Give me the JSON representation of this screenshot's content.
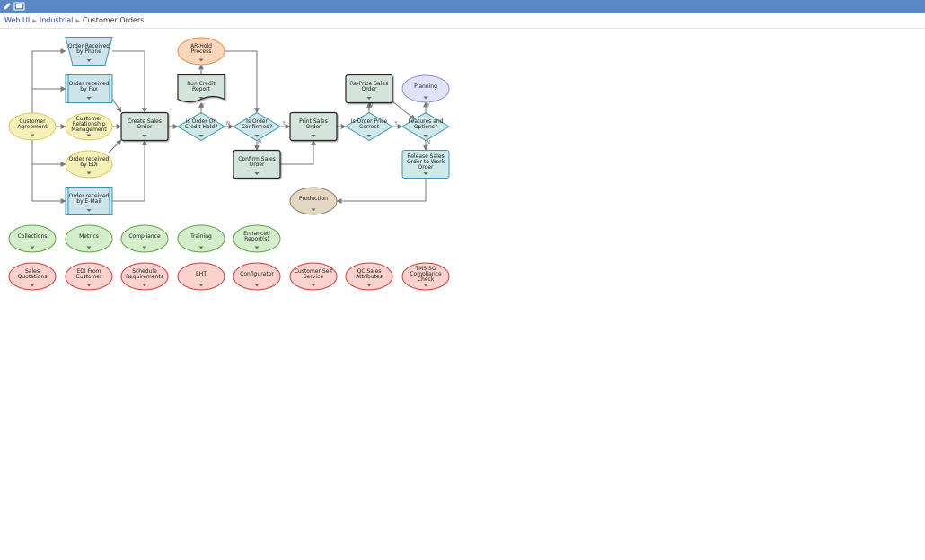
{
  "breadcrumb": [
    "Web UI",
    "Industrial",
    "Customer Orders"
  ],
  "colors": {
    "topbar": "#5a87c6",
    "event": "#f5f0b8",
    "event_stroke": "#d9c95b",
    "process": "#d4e4dd",
    "process_stroke": "#222222",
    "decision": "#cfe8ea",
    "decision_stroke": "#3c96ae",
    "data": "#cde4ec",
    "data_stroke": "#3c96ae",
    "hold": "#fcd6b8",
    "hold_stroke": "#e29050",
    "planning": "#e1e3fb",
    "planning_stroke": "#8a90d6",
    "production": "#e5d8c3",
    "production_stroke": "#8c7b65",
    "green": "#d4eecb",
    "green_stroke": "#5aa542",
    "red": "#fbd2cc",
    "red_stroke": "#d23a3a"
  },
  "diagram": {
    "nodes": [
      {
        "id": "customer-agreement",
        "shape": "ellipse",
        "style": "event",
        "lines": [
          "Customer",
          "Agreement"
        ]
      },
      {
        "id": "order-received-by-phone",
        "shape": "trapezoid",
        "style": "data",
        "lines": [
          "Order Received",
          "by Phone"
        ]
      },
      {
        "id": "order-received-by-fax",
        "shape": "rectdbl",
        "style": "data",
        "lines": [
          "Order received",
          "by Fax"
        ]
      },
      {
        "id": "customer-relationship-management",
        "shape": "ellipse",
        "style": "event",
        "lines": [
          "Customer",
          "Relationship",
          "Management"
        ]
      },
      {
        "id": "order-received-by-edi",
        "shape": "ellipse",
        "style": "event",
        "lines": [
          "Order received",
          "by EDI"
        ]
      },
      {
        "id": "order-received-by-email",
        "shape": "rectdbl",
        "style": "data",
        "lines": [
          "Order received",
          "by E-Mail"
        ]
      },
      {
        "id": "create-sales-order",
        "shape": "rect",
        "style": "process",
        "lines": [
          "Create Sales",
          "Order"
        ]
      },
      {
        "id": "is-order-on-credit-hold",
        "shape": "diamond",
        "style": "decision",
        "lines": [
          "Is Order On",
          "Credit Hold?"
        ]
      },
      {
        "id": "run-credit-report",
        "shape": "doc",
        "style": "process",
        "lines": [
          "Run Credit",
          "Report"
        ]
      },
      {
        "id": "ar-hold-process",
        "shape": "ellipse",
        "style": "hold",
        "lines": [
          "AR-Hold",
          "Process"
        ]
      },
      {
        "id": "is-order-confirmed",
        "shape": "diamond",
        "style": "decision",
        "lines": [
          "Is Order",
          "Confirmed?"
        ]
      },
      {
        "id": "confirm-sales-order",
        "shape": "rect",
        "style": "process",
        "lines": [
          "Confirm Sales",
          "Order"
        ]
      },
      {
        "id": "print-sales-order",
        "shape": "rect",
        "style": "process",
        "lines": [
          "Print Sales",
          "Order"
        ]
      },
      {
        "id": "is-order-price-correct",
        "shape": "diamond",
        "style": "decision",
        "lines": [
          "Is Order Price",
          "Correct"
        ]
      },
      {
        "id": "re-price-sales-order",
        "shape": "rect",
        "style": "process",
        "lines": [
          "Re-Price Sales",
          "Order"
        ]
      },
      {
        "id": "planning",
        "shape": "ellipse",
        "style": "planning",
        "lines": [
          "Planning"
        ]
      },
      {
        "id": "features-and-options",
        "shape": "diamond",
        "style": "decision",
        "lines": [
          "Features and",
          "Options?"
        ]
      },
      {
        "id": "release-sales-order",
        "shape": "rect",
        "style": "decision",
        "lines": [
          "Release Sales",
          "Order to Work",
          "Order"
        ]
      },
      {
        "id": "production",
        "shape": "ellipse",
        "style": "production",
        "lines": [
          "Production"
        ]
      },
      {
        "id": "collections",
        "shape": "ellipse",
        "style": "green",
        "lines": [
          "Collections"
        ]
      },
      {
        "id": "metrics",
        "shape": "ellipse",
        "style": "green",
        "lines": [
          "Metrics"
        ]
      },
      {
        "id": "compliance",
        "shape": "ellipse",
        "style": "green",
        "lines": [
          "Compliance"
        ]
      },
      {
        "id": "training",
        "shape": "ellipse",
        "style": "green",
        "lines": [
          "Training"
        ]
      },
      {
        "id": "enhanced-reports",
        "shape": "ellipse",
        "style": "green",
        "lines": [
          "Enhanced",
          "Report(s)"
        ]
      },
      {
        "id": "sales-quotations",
        "shape": "ellipse",
        "style": "red",
        "lines": [
          "Sales",
          "Quotations"
        ]
      },
      {
        "id": "edi-from-customer",
        "shape": "ellipse",
        "style": "red",
        "lines": [
          "EDI From",
          "Customer"
        ]
      },
      {
        "id": "schedule-requirements",
        "shape": "ellipse",
        "style": "red",
        "lines": [
          "Schedule",
          "Requirements"
        ]
      },
      {
        "id": "eht",
        "shape": "ellipse",
        "style": "red",
        "lines": [
          "EHT"
        ]
      },
      {
        "id": "configurator",
        "shape": "ellipse",
        "style": "red",
        "lines": [
          "Configurator"
        ]
      },
      {
        "id": "customer-self-service",
        "shape": "ellipse",
        "style": "red",
        "lines": [
          "Customer Self",
          "Service"
        ]
      },
      {
        "id": "qc-sales-attributes",
        "shape": "ellipse",
        "style": "red",
        "lines": [
          "QC Sales",
          "Attributes"
        ]
      },
      {
        "id": "tms-so-compliance-check",
        "shape": "ellipse",
        "style": "red",
        "lines": [
          "TMS SO",
          "Compliance",
          "Check"
        ]
      }
    ],
    "edges": [
      {
        "from": "customer-agreement",
        "to": "order-received-by-phone"
      },
      {
        "from": "customer-agreement",
        "to": "order-received-by-fax"
      },
      {
        "from": "customer-agreement",
        "to": "customer-relationship-management"
      },
      {
        "from": "customer-agreement",
        "to": "order-received-by-edi"
      },
      {
        "from": "customer-agreement",
        "to": "order-received-by-email"
      },
      {
        "from": "order-received-by-phone",
        "to": "create-sales-order"
      },
      {
        "from": "order-received-by-fax",
        "to": "create-sales-order"
      },
      {
        "from": "customer-relationship-management",
        "to": "create-sales-order"
      },
      {
        "from": "order-received-by-edi",
        "to": "create-sales-order"
      },
      {
        "from": "order-received-by-email",
        "to": "create-sales-order"
      },
      {
        "from": "create-sales-order",
        "to": "is-order-on-credit-hold"
      },
      {
        "from": "is-order-on-credit-hold",
        "to": "run-credit-report",
        "label": "Y"
      },
      {
        "from": "run-credit-report",
        "to": "ar-hold-process"
      },
      {
        "from": "ar-hold-process",
        "to": "is-order-confirmed"
      },
      {
        "from": "is-order-on-credit-hold",
        "to": "is-order-confirmed",
        "label": "N"
      },
      {
        "from": "is-order-confirmed",
        "to": "confirm-sales-order",
        "label": "N"
      },
      {
        "from": "confirm-sales-order",
        "to": "print-sales-order"
      },
      {
        "from": "is-order-confirmed",
        "to": "print-sales-order",
        "label": "Y"
      },
      {
        "from": "print-sales-order",
        "to": "is-order-price-correct"
      },
      {
        "from": "is-order-price-correct",
        "to": "re-price-sales-order",
        "label": "N"
      },
      {
        "from": "re-price-sales-order",
        "to": "features-and-options"
      },
      {
        "from": "is-order-price-correct",
        "to": "features-and-options",
        "label": "Y"
      },
      {
        "from": "features-and-options",
        "to": "planning",
        "label": "Y"
      },
      {
        "from": "features-and-options",
        "to": "release-sales-order",
        "label": "N"
      },
      {
        "from": "release-sales-order",
        "to": "production"
      }
    ]
  }
}
